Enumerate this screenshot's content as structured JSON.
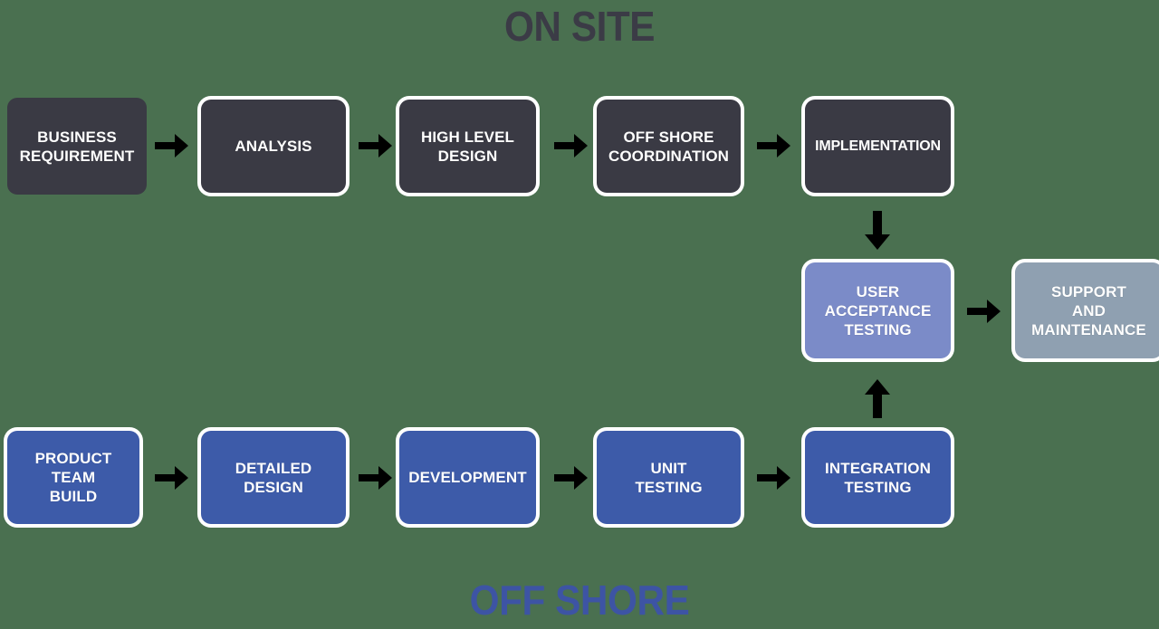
{
  "diagram": {
    "title_top": "ON SITE",
    "title_bottom": "OFF SHORE",
    "colors": {
      "background": "#4a7050",
      "onsite_title": "#3b3b46",
      "offshore_title": "#3d54a4",
      "onsite_node": "#3a3a44",
      "offshore_node": "#3d5ba9",
      "uat_node": "#7b8bc8",
      "support_node": "#8fa0b1",
      "node_border": "#ffffff",
      "node_text": "#ffffff",
      "arrow": "#000000"
    }
  },
  "onsite_row": {
    "label": "ON SITE",
    "nodes": [
      {
        "id": "business-requirement",
        "label": "BUSINESS\nREQUIREMENT",
        "line1": "BUSINESS",
        "line2": "REQUIREMENT"
      },
      {
        "id": "analysis",
        "label": "ANALYSIS",
        "line1": "ANALYSIS",
        "line2": ""
      },
      {
        "id": "high-level-design",
        "label": "HIGH LEVEL\nDESIGN",
        "line1": "HIGH LEVEL",
        "line2": "DESIGN"
      },
      {
        "id": "off-shore-coordination",
        "label": "OFF SHORE\nCOORDINATION",
        "line1": "OFF SHORE",
        "line2": "COORDINATION"
      },
      {
        "id": "implementation",
        "label": "IMPLEMENTATION",
        "line1": "IMPLEMENTATION",
        "line2": ""
      }
    ]
  },
  "offshore_row": {
    "label": "OFF SHORE",
    "nodes": [
      {
        "id": "product-team-build",
        "label": "PRODUCT\nTEAM\nBUILD",
        "line1": "PRODUCT",
        "line2": "TEAM",
        "line3": "BUILD"
      },
      {
        "id": "detailed-design",
        "label": "DETAILED\nDESIGN",
        "line1": "DETAILED",
        "line2": "DESIGN"
      },
      {
        "id": "development",
        "label": "DEVELOPMENT",
        "line1": "DEVELOPMENT",
        "line2": ""
      },
      {
        "id": "unit-testing",
        "label": "UNIT\nTESTING",
        "line1": "UNIT",
        "line2": "TESTING"
      },
      {
        "id": "integration-testing",
        "label": "INTEGRATION\nTESTING",
        "line1": "INTEGRATION",
        "line2": "TESTING"
      }
    ]
  },
  "middle_row": {
    "nodes": [
      {
        "id": "user-acceptance-testing",
        "label": "USER\nACCEPTANCE\nTESTING",
        "line1": "USER",
        "line2": "ACCEPTANCE",
        "line3": "TESTING"
      },
      {
        "id": "support-and-maintenance",
        "label": "SUPPORT\nAND\nMAINTENANCE",
        "line1": "SUPPORT",
        "line2": "AND",
        "line3": "MAINTENANCE"
      }
    ]
  },
  "connectors": [
    {
      "id": "business-requirement-to-analysis",
      "direction": "right"
    },
    {
      "id": "analysis-to-high-level-design",
      "direction": "right"
    },
    {
      "id": "high-level-design-to-off-shore-coordination",
      "direction": "right"
    },
    {
      "id": "off-shore-coordination-to-implementation",
      "direction": "right"
    },
    {
      "id": "implementation-to-user-acceptance-testing",
      "direction": "down"
    },
    {
      "id": "user-acceptance-testing-to-support-and-maintenance",
      "direction": "right"
    },
    {
      "id": "integration-testing-to-user-acceptance-testing",
      "direction": "up"
    },
    {
      "id": "product-team-build-to-detailed-design",
      "direction": "right"
    },
    {
      "id": "detailed-design-to-development",
      "direction": "right"
    },
    {
      "id": "development-to-unit-testing",
      "direction": "right"
    },
    {
      "id": "unit-testing-to-integration-testing",
      "direction": "right"
    }
  ]
}
